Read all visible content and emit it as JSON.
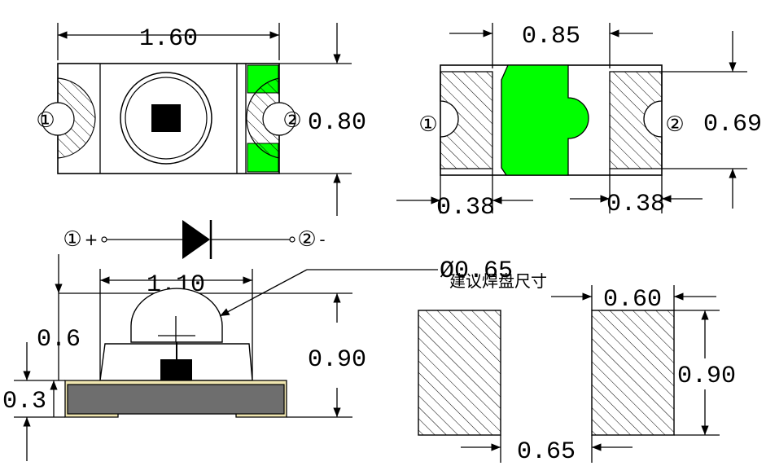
{
  "colors": {
    "pad_green": "#00ff00",
    "body_gray": "#6e6e6e",
    "terminal_cream": "#f0e6b0",
    "line": "#000000"
  },
  "top_view": {
    "length": "1.60",
    "width": "0.80",
    "pin1": "①",
    "pin2": "②"
  },
  "bottom_view": {
    "pad_spacing": "0.85",
    "height": "0.69",
    "left_pad": "0.38",
    "right_pad": "0.38",
    "pin1": "①",
    "pin2": "②"
  },
  "polarity": {
    "pin1": "①",
    "plus": "+",
    "pin2": "②",
    "minus": "-"
  },
  "side_view": {
    "lens_width": "1.10",
    "lens_diameter": "Ø0.65",
    "total_height": "0.90",
    "upper_height": "0.6",
    "base_height": "0.3"
  },
  "pad_layout": {
    "title": "建议焊盘尺寸",
    "pad_width": "0.60",
    "pad_height": "0.90",
    "gap": "0.65"
  }
}
